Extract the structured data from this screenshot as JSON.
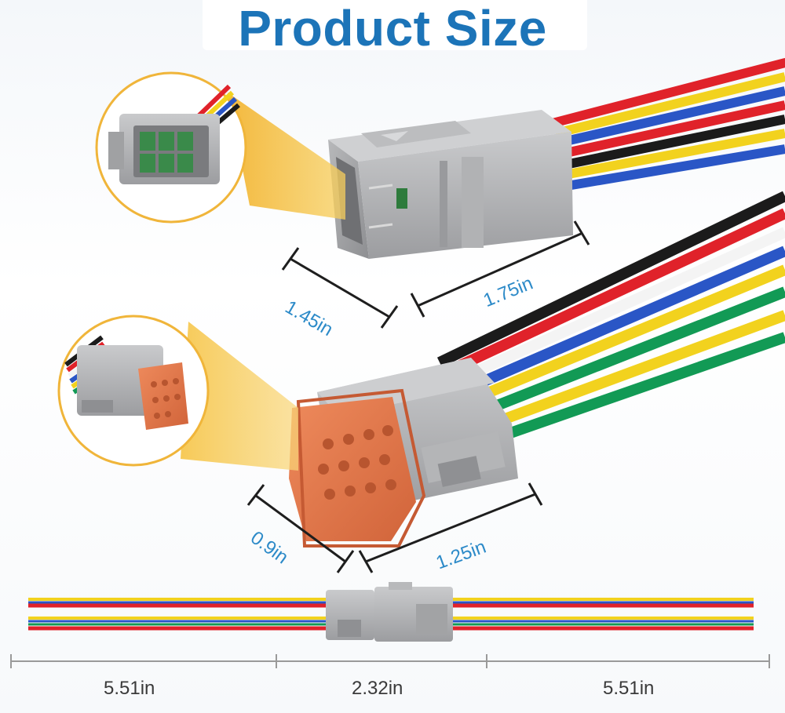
{
  "title": "Product Size",
  "dimensions": {
    "male_width": "1.45in",
    "male_length": "1.75in",
    "female_width": "0.9in",
    "female_length": "1.25in",
    "wire_left": "5.51in",
    "connector_pair": "2.32in",
    "wire_right": "5.51in"
  },
  "colors": {
    "title": "#1c74b8",
    "dimension_text": "#2c8ac8",
    "connector_gray": "#a8a9ab",
    "seal_orange": "#e0764a",
    "callout_yellow": "#f3b533",
    "wire_red": "#e0222a",
    "wire_yellow": "#f2d21e",
    "wire_blue": "#2a56c6",
    "wire_black": "#1b1b1b",
    "wire_green": "#129a55",
    "wire_white": "#f4f4f4"
  }
}
